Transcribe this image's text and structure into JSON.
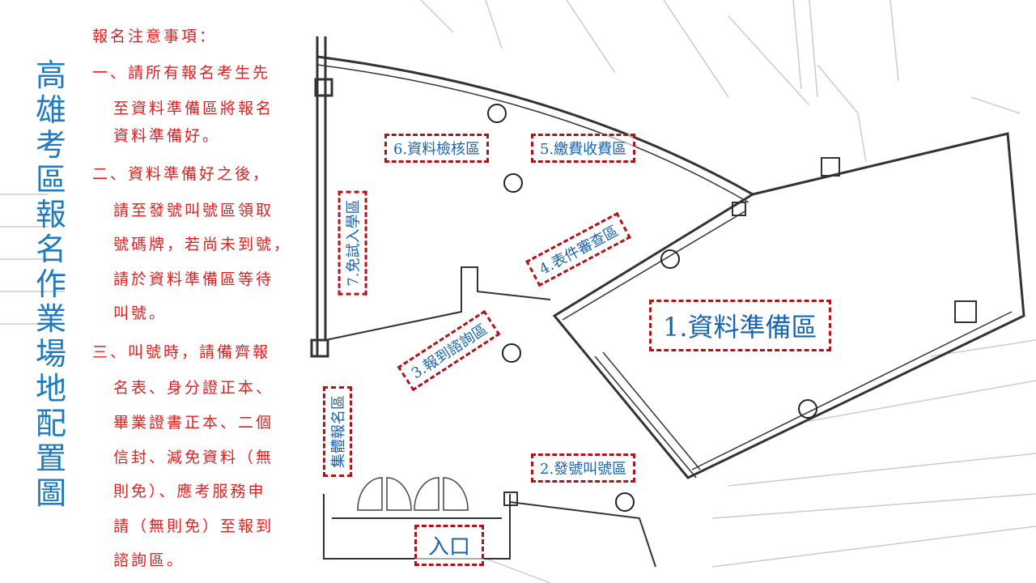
{
  "title": [
    "高",
    "雄",
    "考",
    "區",
    "報",
    "名",
    "作",
    "業",
    "場",
    "地",
    "配",
    "置",
    "圖"
  ],
  "notes": {
    "heading": "報名注意事項：",
    "lines": [
      "一、請所有報名考生先",
      "至資料準備區將報名",
      "資料準備好。",
      "二、資料準備好之後，",
      "請至發號叫號區領取",
      "號碼牌，若尚未到號，",
      "請於資料準備區等待",
      "叫號。",
      "三、叫號時，請備齊報",
      "名表、身分證正本、",
      "畢業證書正本、二個",
      "信封、減免資料（無",
      "則免）、應考服務申",
      "請（無則免）至報到",
      "諮詢區。"
    ]
  },
  "zones": {
    "z1": "1.資料準備區",
    "z2": "2.發號叫號區",
    "z3": "3.報到諮詢區",
    "z4": "4.表件審查區",
    "z5": "5.繳費收費區",
    "z6": "6.資料檢核區",
    "z7": "7.免試入學區",
    "group": "集體報名區",
    "entrance": "入口"
  }
}
